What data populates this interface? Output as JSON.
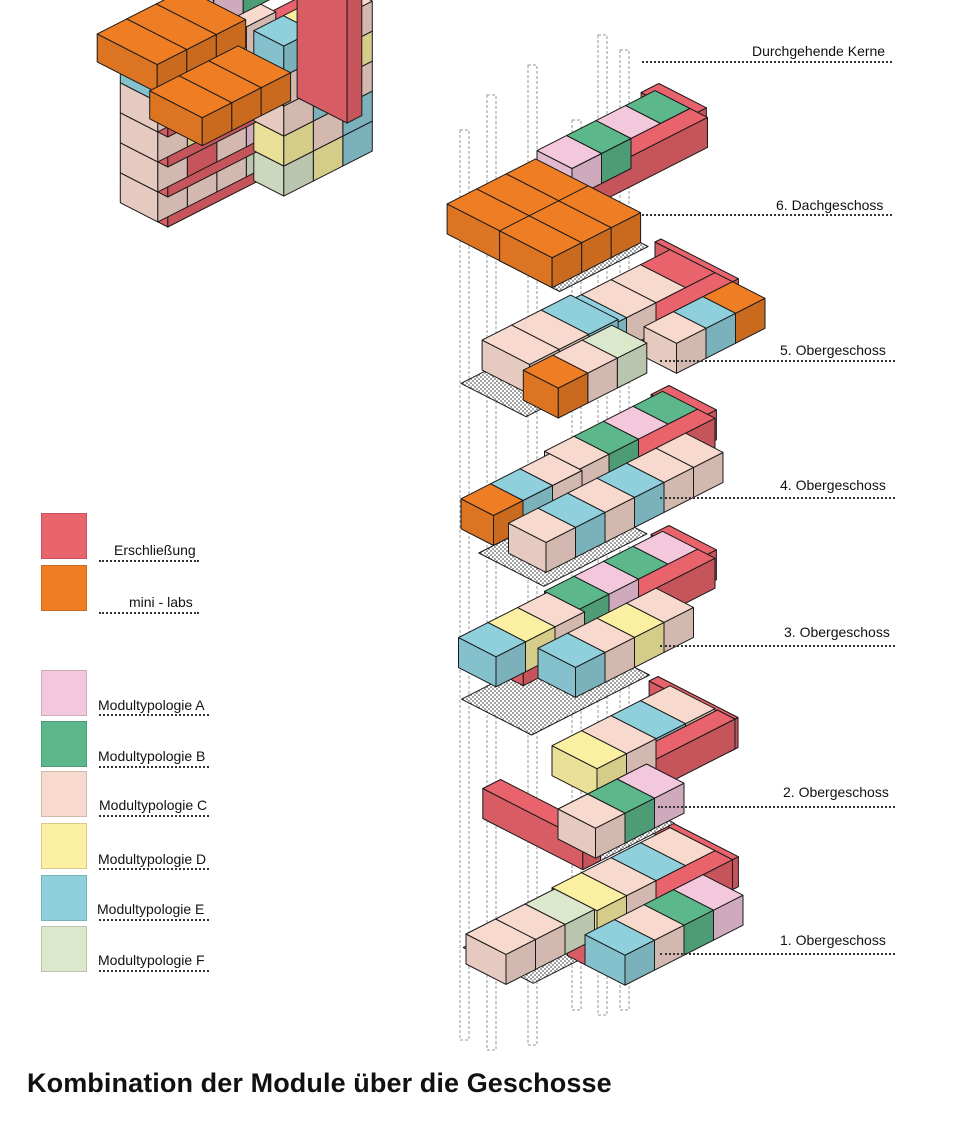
{
  "title": "Kombination der Module über die Geschosse",
  "floors": [
    {
      "label": "Durchgehende Kerne"
    },
    {
      "label": "6. Dachgeschoss"
    },
    {
      "label": "5. Obergeschoss"
    },
    {
      "label": "4. Obergeschoss"
    },
    {
      "label": "3. Obergeschoss"
    },
    {
      "label": "2. Obergeschoss"
    },
    {
      "label": "1. Obergeschoss"
    }
  ],
  "legend": [
    {
      "label": "Erschließung",
      "color": "#e8636b"
    },
    {
      "label": "mini - labs",
      "color": "#ee7d24"
    },
    {
      "label": "Modultypologie A",
      "color": "#f3c8dd"
    },
    {
      "label": "Modultypologie B",
      "color": "#5cb78a"
    },
    {
      "label": "Modultypologie C",
      "color": "#f7d9cd"
    },
    {
      "label": "Modultypologie D",
      "color": "#fbf0a2"
    },
    {
      "label": "Modultypologie E",
      "color": "#8fd0dc"
    },
    {
      "label": "Modultypologie F",
      "color": "#dbe8cc"
    }
  ]
}
